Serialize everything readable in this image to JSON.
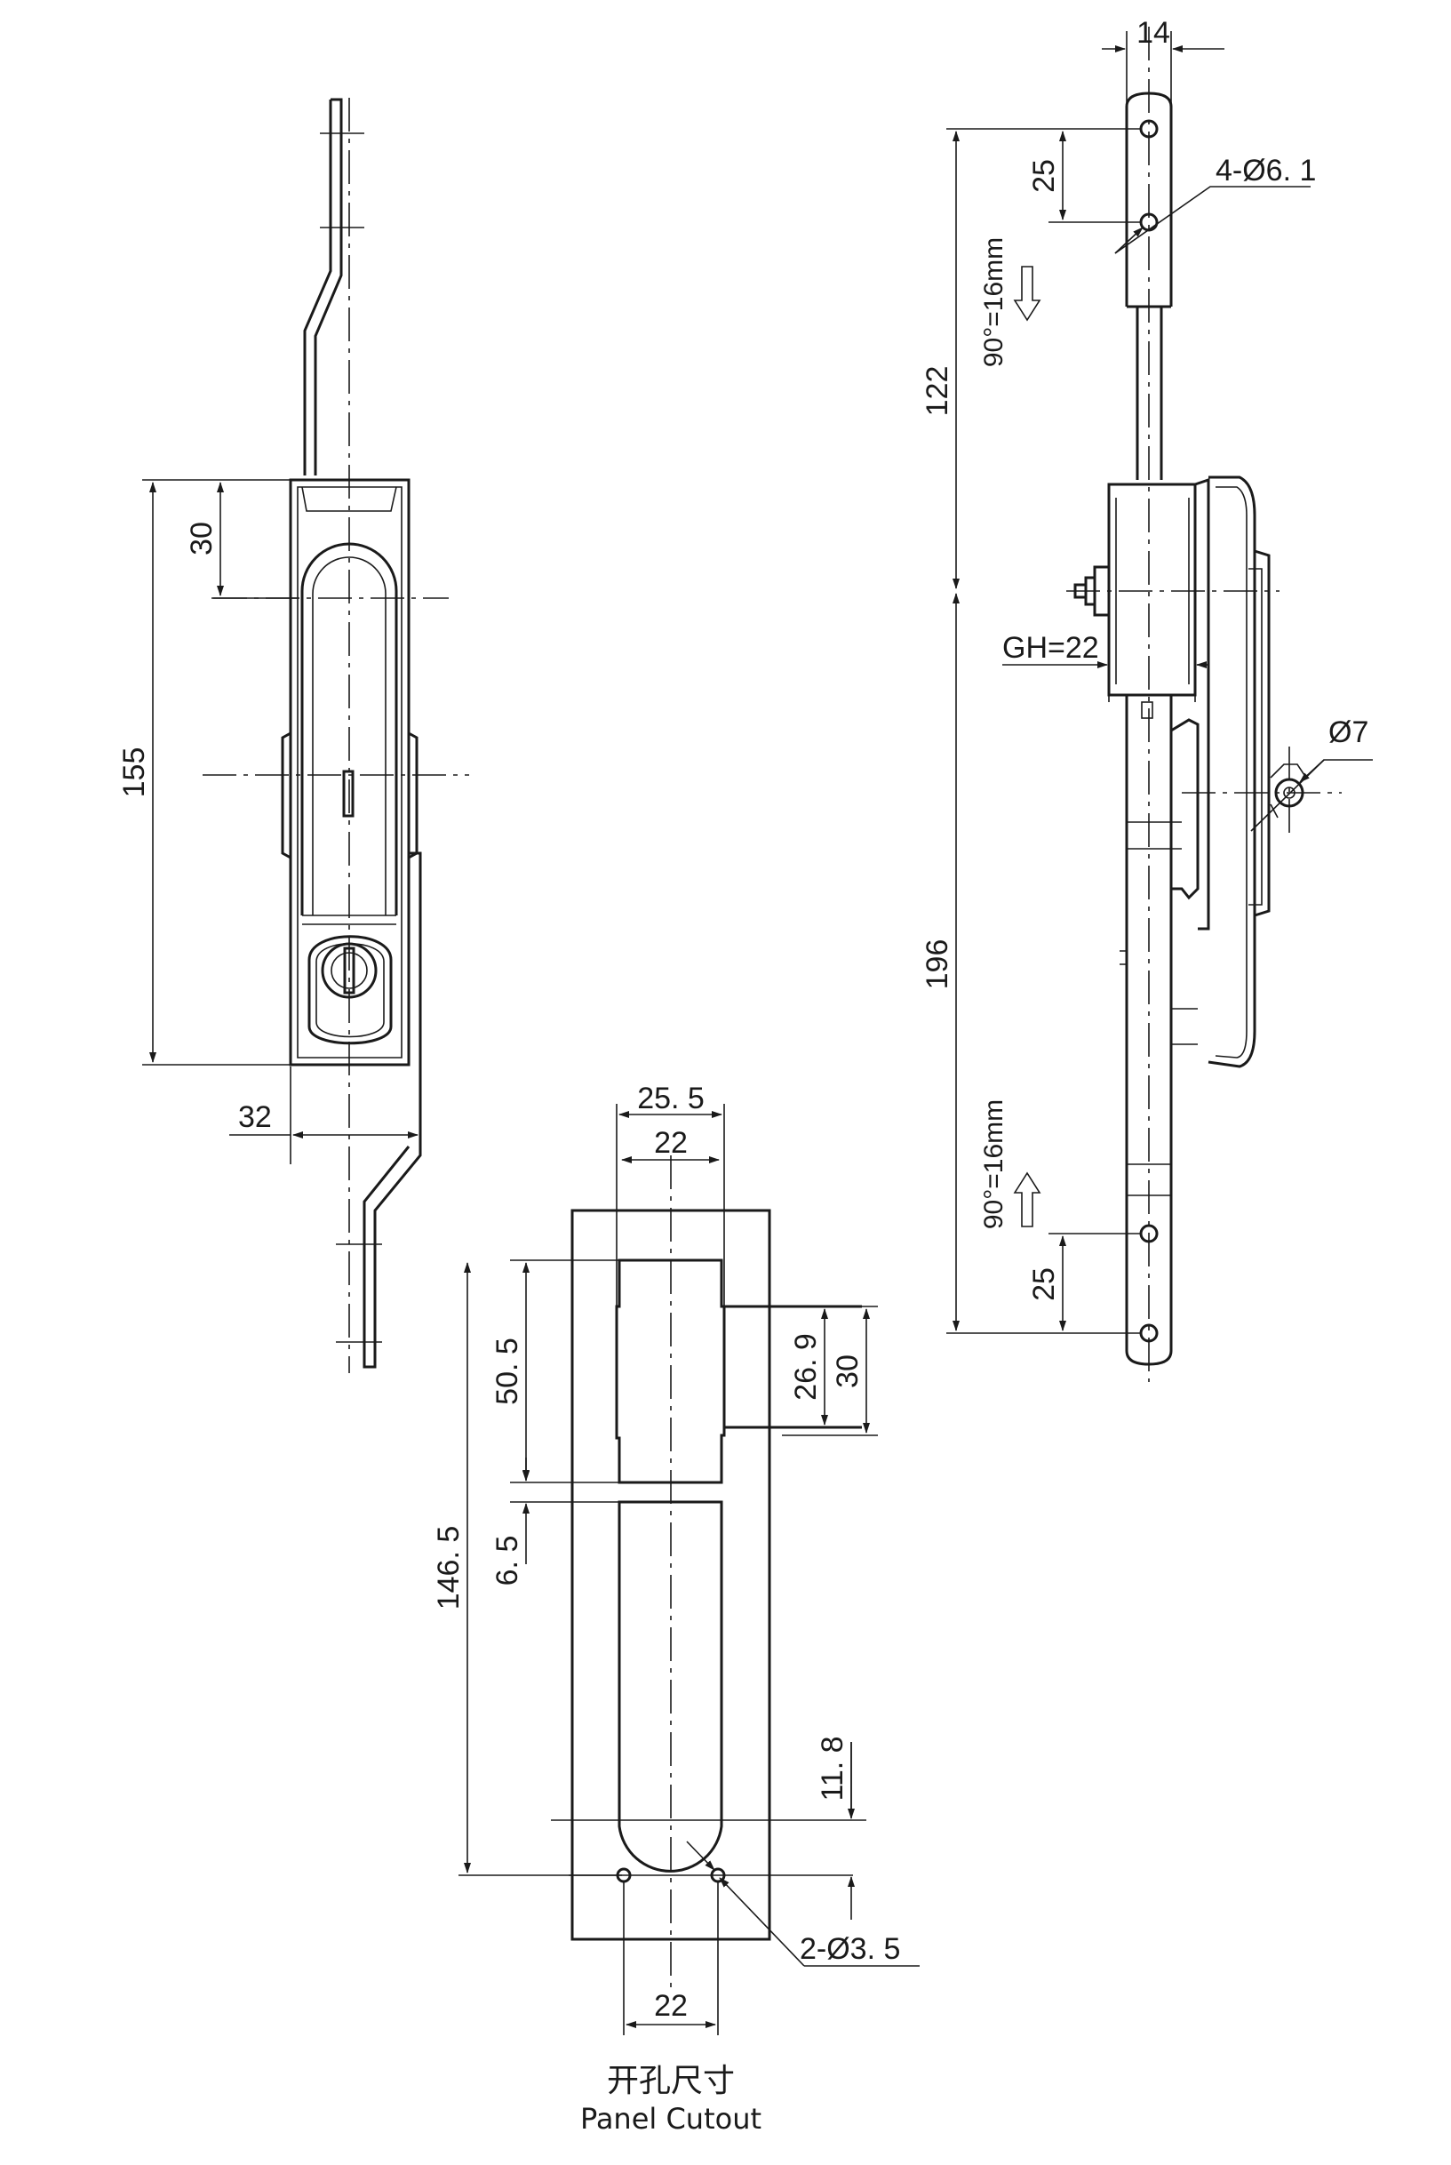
{
  "front_view": {
    "dim_overall_height": "155",
    "dim_top_offset": "30",
    "dim_rod_offset": "32"
  },
  "panel_cutout": {
    "dim_outer_width": "25. 5",
    "dim_inner_width_top": "22",
    "dim_window_height": "50. 5",
    "dim_bridge": "6. 5",
    "dim_total_height": "146. 5",
    "dim_side_notch": "26. 9",
    "dim_side_notch_outer": "30",
    "dim_bottom_radius": "11. 8",
    "dim_holes": "2-Ø3. 5",
    "dim_hole_spacing": "22",
    "caption_cn": "开孔尺寸",
    "caption_en": "Panel Cutout"
  },
  "side_view": {
    "dim_bar_width": "14",
    "dim_hole_pitch_top": "25",
    "dim_holes": "4-Ø6. 1",
    "dim_upper_length": "122",
    "dim_lower_length": "196",
    "dim_hole_pitch_bottom": "25",
    "dim_grip": "GH=22",
    "dim_pivot": "Ø7",
    "note_travel_down": "90°=16mm",
    "note_travel_up": "90°=16mm"
  }
}
